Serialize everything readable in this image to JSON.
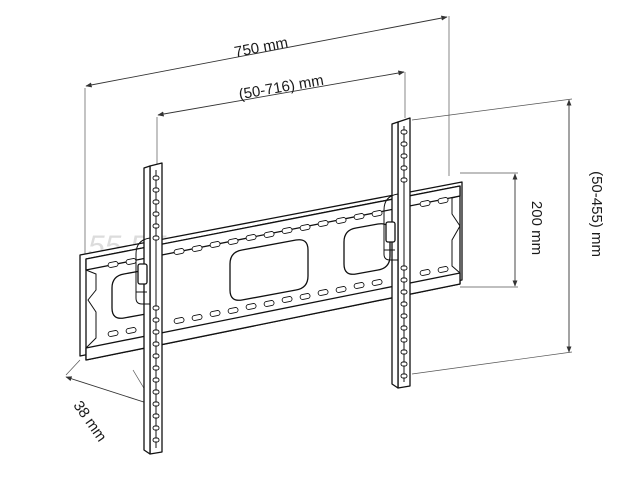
{
  "diagram": {
    "dimensions": {
      "overall_width": "750 mm",
      "mounting_width_range": "(50-716) mm",
      "plate_height": "200 mm",
      "mounting_height_range": "(50-455) mm",
      "wall_depth": "38 mm"
    },
    "watermark": "55 B51",
    "colors": {
      "line": "#111111",
      "background": "#ffffff",
      "watermark": "#d9d9d9"
    }
  }
}
